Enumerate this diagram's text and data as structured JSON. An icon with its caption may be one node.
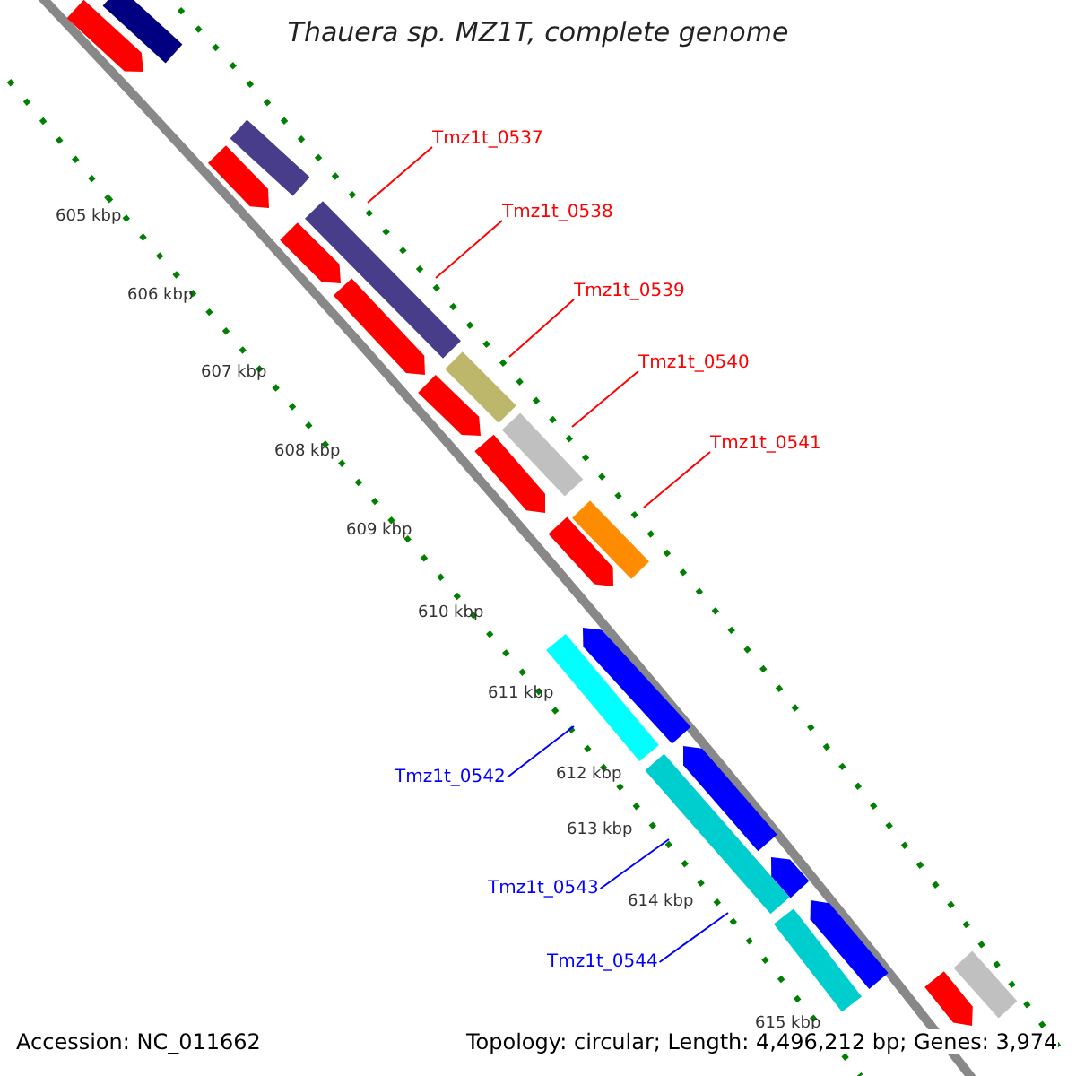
{
  "diagram": {
    "title": "Thauera sp. MZ1T, complete genome",
    "nodes": [
      {
        "text": [
          "Tmz1t_0537"
        ]
      },
      {
        "text": [
          "Tmz1t_0538"
        ]
      },
      {
        "text": [
          "Tmz1t_0539"
        ]
      },
      {
        "text": [
          "Tmz1t_0540"
        ]
      },
      {
        "text": [
          "Tmz1t_0541"
        ]
      },
      {
        "text": [
          "Tmz1t_0542"
        ]
      },
      {
        "text": [
          "Tmz1t_0543"
        ]
      },
      {
        "text": [
          "Tmz1t_0544"
        ]
      }
    ],
    "edges": [
      {
        "from": 0,
        "to": null,
        "arrow": "none"
      },
      {
        "from": 1,
        "to": null,
        "arrow": "none"
      },
      {
        "from": 2,
        "to": null,
        "arrow": "none"
      },
      {
        "from": 3,
        "to": null,
        "arrow": "none"
      },
      {
        "from": 4,
        "to": null,
        "arrow": "none"
      },
      {
        "from": 5,
        "to": null,
        "arrow": "none",
        "color": "#0000ff"
      },
      {
        "from": 6,
        "to": null,
        "arrow": "none",
        "color": "#0000ff"
      },
      {
        "from": 7,
        "to": null,
        "arrow": "none",
        "color": "#0000ff"
      }
    ],
    "labels": [
      "605 kbp",
      "606 kbp",
      "607 kbp",
      "608 kbp",
      "609 kbp",
      "610 kbp",
      "611 kbp",
      "612 kbp",
      "613 kbp",
      "614 kbp",
      "615 kbp",
      "Accession: NC_011662",
      "Topology: circular; Length: 4,496,212 bp; Genes: 3,974"
    ]
  }
}
